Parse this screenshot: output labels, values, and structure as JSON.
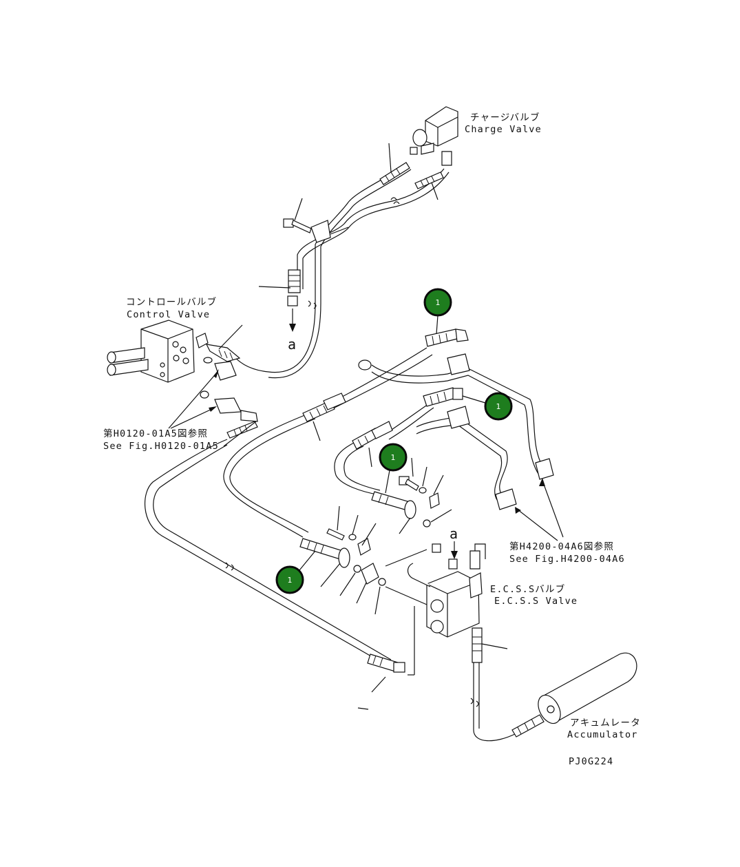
{
  "labels": {
    "charge_valve_jp": "チャージバルブ",
    "charge_valve_en": "Charge Valve",
    "control_valve_jp": "コントロールバルブ",
    "control_valve_en": "Control Valve",
    "ref_h0120_jp": "第H0120-01A5図参照",
    "ref_h0120_en": "See Fig.H0120-01A5",
    "ref_h4200_jp": "第H4200-04A6図参照",
    "ref_h4200_en": "See Fig.H4200-04A6",
    "ecss_jp": "E.C.S.Sバルブ",
    "ecss_en": "E.C.S.S Valve",
    "accumulator_jp": "アキュムレータ",
    "accumulator_en": "Accumulator",
    "connection_a1": "a",
    "connection_a2": "a",
    "drawing_code": "PJ0G224"
  },
  "callouts": [
    {
      "number": "1"
    },
    {
      "number": "1"
    },
    {
      "number": "1"
    },
    {
      "number": "1"
    }
  ],
  "colors": {
    "callout_fill": "#1e7d1e",
    "line": "#111111",
    "background": "#ffffff"
  }
}
